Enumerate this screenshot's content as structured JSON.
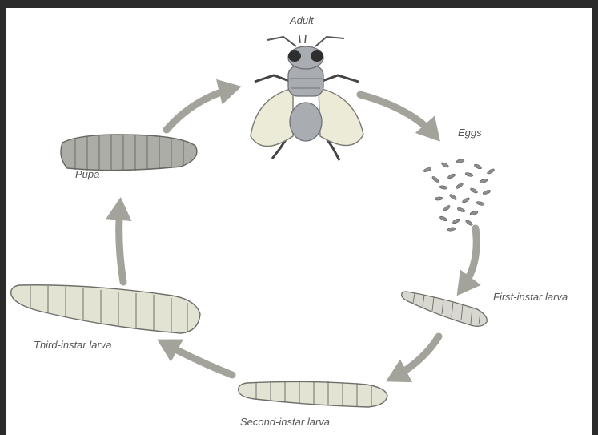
{
  "diagram": {
    "stages": {
      "adult": "Adult",
      "eggs": "Eggs",
      "first_instar": "First-instar larva",
      "second_instar": "Second-instar larva",
      "third_instar": "Third-instar larva",
      "pupa": "Pupa"
    },
    "colors": {
      "arrow": "#a3a39b",
      "body_fill": "#e3e3d3",
      "segment_line": "#6e6e6a",
      "pupa_fill": "#adada7",
      "fly_gray": "#a9adb2",
      "wing_fill": "#ebebd8",
      "egg_fill": "#8e8e8e",
      "label_text": "#555555"
    }
  }
}
